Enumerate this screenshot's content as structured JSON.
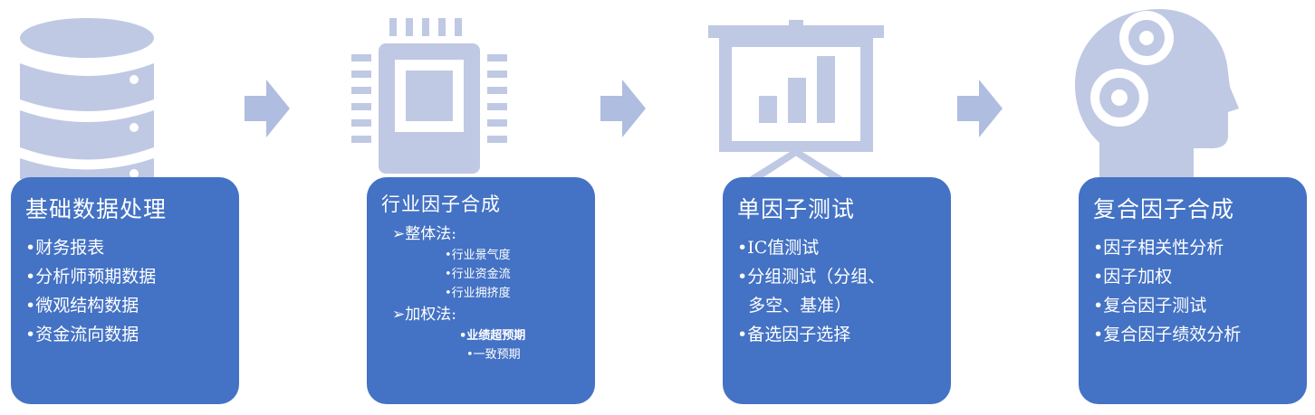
{
  "colors": {
    "box": "#4472c4",
    "icon": "#bfc9e4",
    "arrow": "#afbde0"
  },
  "steps": [
    {
      "icon": "database-icon",
      "title": "基础数据处理",
      "items": [
        "•财务报表",
        "•分析师预期数据",
        "•微观结构数据",
        "•资金流向数据"
      ]
    },
    {
      "icon": "chip-icon",
      "title": "行业因子合成",
      "groups": [
        {
          "label": "➢整体法:",
          "items": [
            "•行业景气度",
            "•行业资金流",
            "•行业拥挤度"
          ]
        },
        {
          "label": "➢加权法:",
          "items": [
            "•业绩超预期",
            "•一致预期"
          ]
        }
      ]
    },
    {
      "icon": "presentation-chart-icon",
      "title": "单因子测试",
      "items": [
        "•IC值测试",
        "•分组测试（分组、",
        "  多空、基准）",
        "•备选因子选择"
      ]
    },
    {
      "icon": "head-gears-icon",
      "title": "复合因子合成",
      "items": [
        "•因子相关性分析",
        "•因子加权",
        "•复合因子测试",
        "•复合因子绩效分析"
      ]
    }
  ]
}
